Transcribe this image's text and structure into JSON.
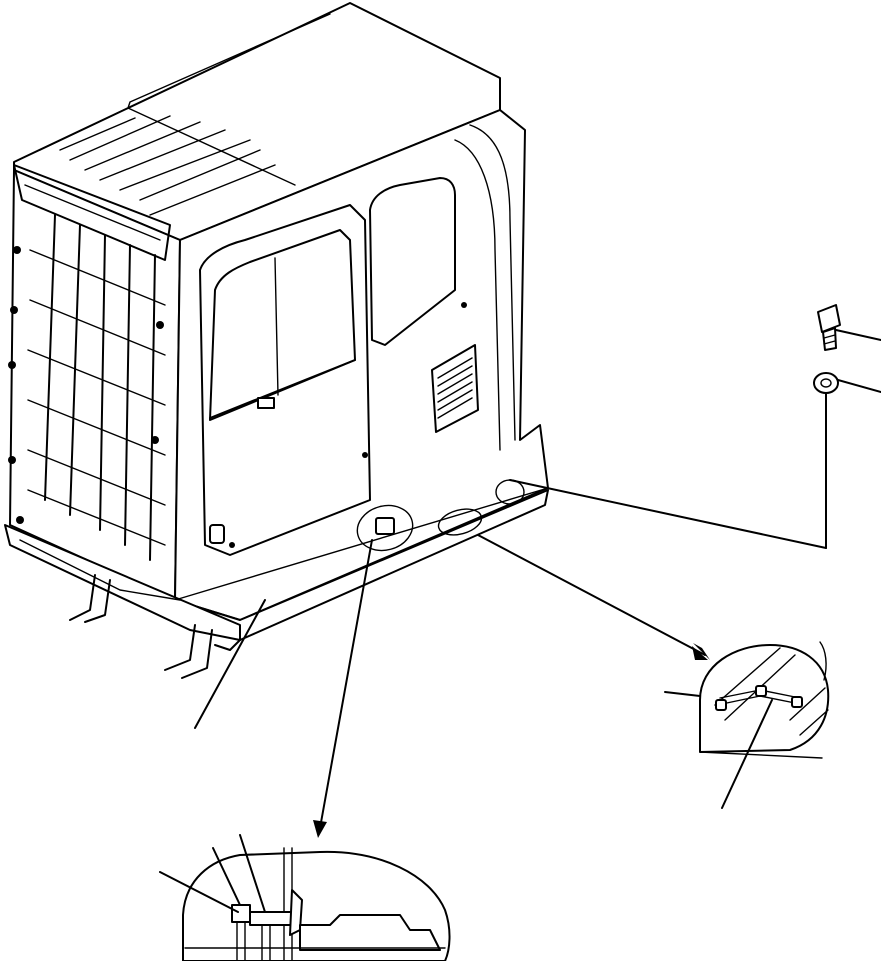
{
  "figure": {
    "description_visible_text": []
  },
  "parts": [
    {
      "id": "cab"
    },
    {
      "id": "bolt"
    },
    {
      "id": "washer"
    },
    {
      "id": "detail-harness-clip"
    },
    {
      "id": "detail-mount-section"
    }
  ]
}
